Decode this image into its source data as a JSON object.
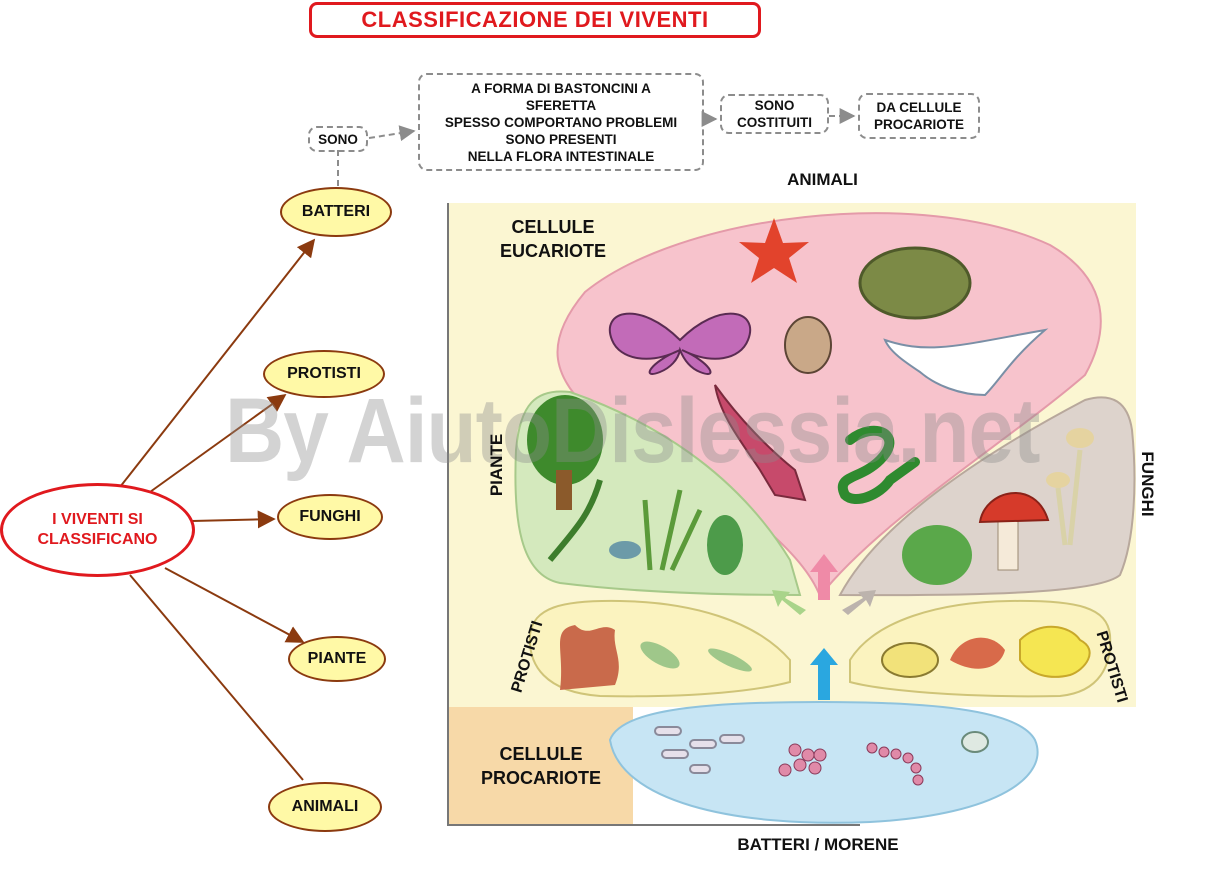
{
  "title": "CLASSIFICAZIONE DEI VIVENTI",
  "map": {
    "root": "I VIVENTI SI CLASSIFICANO",
    "nodes": {
      "batteri": "BATTERI",
      "protisti": "PROTISTI",
      "funghi": "FUNGHI",
      "piante": "PIANTE",
      "animali": "ANIMALI"
    },
    "sono": "SONO",
    "description": [
      "A FORMA DI BASTONCINI A",
      "SFERETTA",
      "SPESSO COMPORTANO PROBLEMI",
      "SONO PRESENTI",
      "NELLA FLORA INTESTINALE"
    ],
    "sono_costituiti": [
      "SONO",
      "COSTITUITI"
    ],
    "da_cellule": [
      "DA CELLULE",
      "PROCARIOTE"
    ]
  },
  "figure": {
    "animali": "ANIMALI",
    "cellule_eucariote": [
      "CELLULE",
      "EUCARIOTE"
    ],
    "piante": "PIANTE",
    "funghi": "FUNGHI",
    "protisti_left": "PROTISTI",
    "protisti_right": "PROTISTI",
    "cellule_procariote": [
      "CELLULE",
      "PROCARIOTE"
    ],
    "batteri_morene": "BATTERI / MORENE"
  },
  "watermark": "By AiutoDislessia.net",
  "colors": {
    "title_red": "#e0191e",
    "oval_fill": "#fff9a6",
    "arrow_brown": "#8b3a0f",
    "eucariote_bg": "#fbf6d2",
    "procariote_bg": "#f7d9a8",
    "animali_fill": "#f7c3cc",
    "piante_fill": "#d4e9bd",
    "funghi_fill": "#ddd3cc",
    "protisti_fill": "#fbf3bf",
    "batteri_fill": "#c7e5f4"
  }
}
